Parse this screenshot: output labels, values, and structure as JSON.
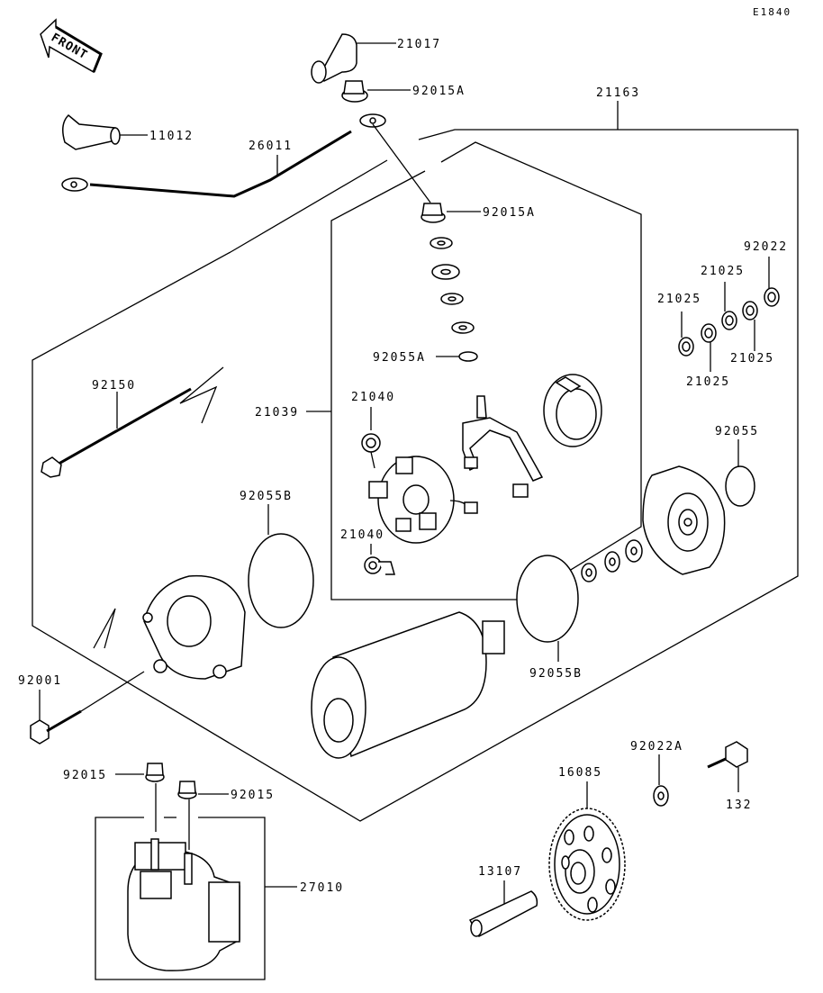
{
  "diagram": {
    "code": "E1840",
    "front_label": "FRONT",
    "labels": {
      "p21017": "21017",
      "p92015A_top": "92015A",
      "p21163": "21163",
      "p11012": "11012",
      "p26011": "26011",
      "p92015A_mid": "92015A",
      "p92022": "92022",
      "p21025_a": "21025",
      "p21025_b": "21025",
      "p21025_c": "21025",
      "p21025_d": "21025",
      "p92055A": "92055A",
      "p92150": "92150",
      "p21039": "21039",
      "p21040_a": "21040",
      "p21040_b": "21040",
      "p92055": "92055",
      "p92055B_a": "92055B",
      "p92055B_b": "92055B",
      "p92001": "92001",
      "p92015_a": "92015",
      "p92015_b": "92015",
      "p92022A": "92022A",
      "p16085": "16085",
      "p132": "132",
      "p13107": "13107",
      "p27010": "27010"
    }
  }
}
